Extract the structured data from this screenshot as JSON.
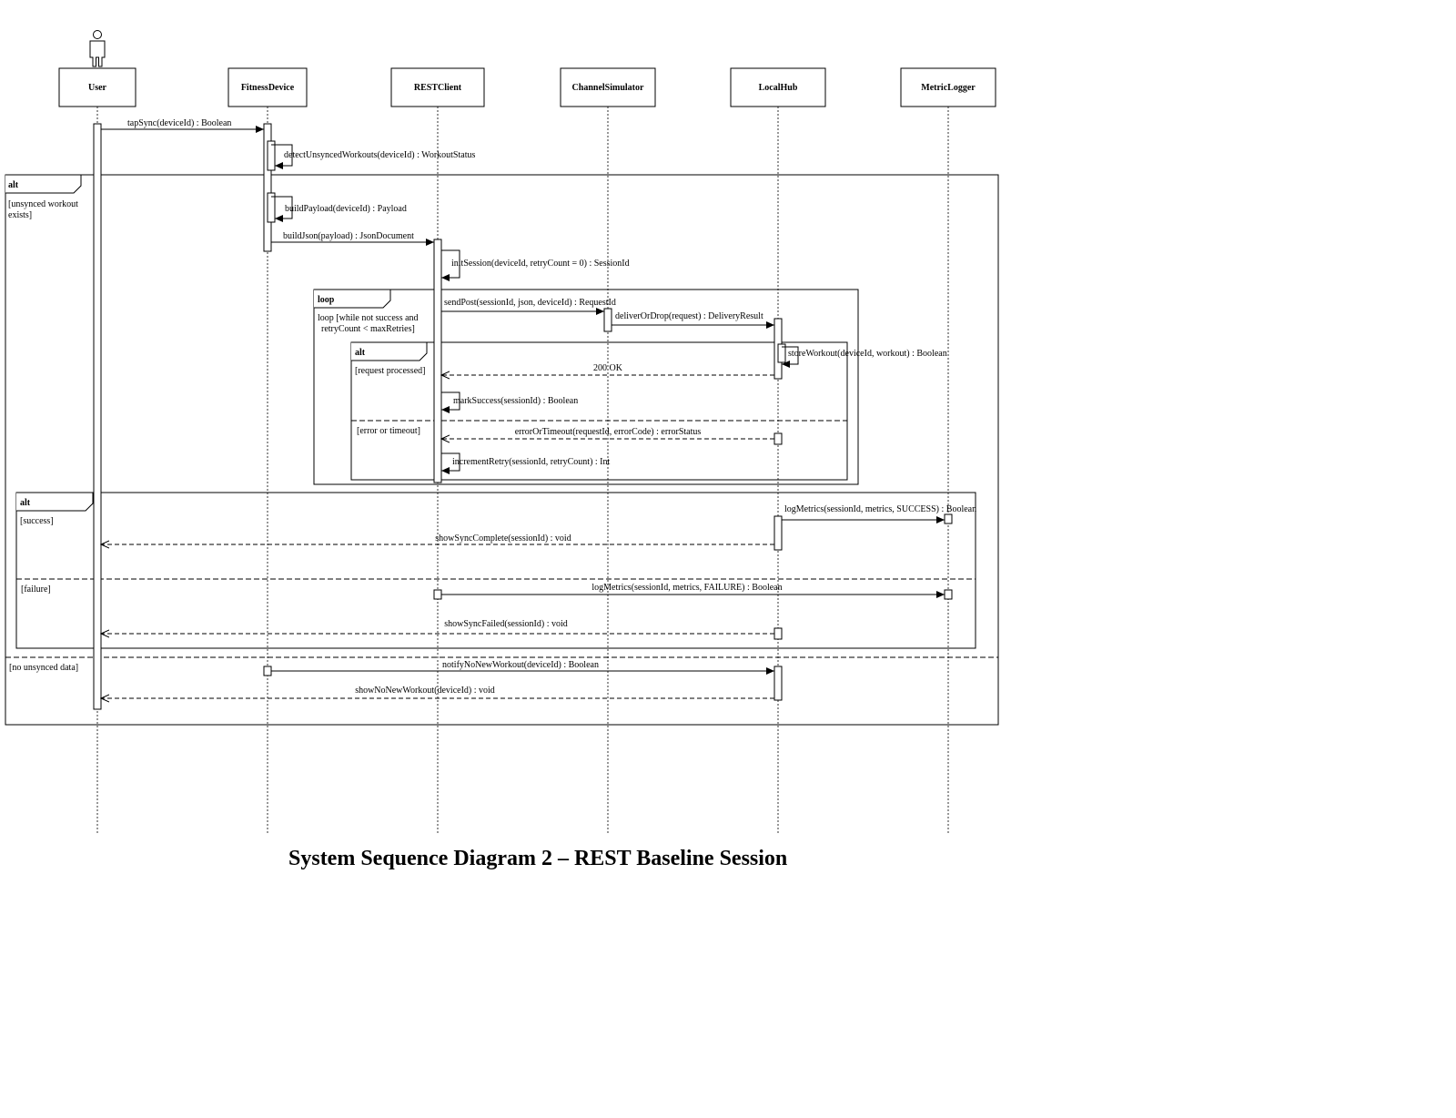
{
  "diagram": {
    "title": "System Sequence Diagram 2 – REST Baseline Session",
    "participants": [
      {
        "id": "user",
        "label": "User",
        "actor": true
      },
      {
        "id": "fitness",
        "label": "FitnessDevice"
      },
      {
        "id": "rest",
        "label": "RESTClient"
      },
      {
        "id": "channel",
        "label": "ChannelSimulator"
      },
      {
        "id": "hub",
        "label": "LocalHub"
      },
      {
        "id": "logger",
        "label": "MetricLogger"
      }
    ],
    "messages": {
      "tapSync": "tapSync(deviceId) : Boolean",
      "detect": "detectUnsyncedWorkouts(deviceId) : WorkoutStatus",
      "buildPayload": "buildPayload(deviceId) : Payload",
      "buildJson": "buildJson(payload) : JsonDocument",
      "initSession": "initSession(deviceId, retryCount = 0) : SessionId",
      "sendPost": "sendPost(sessionId, json, deviceId) : RequestId",
      "deliver": "deliverOrDrop(request) : DeliveryResult",
      "store": "storeWorkout(deviceId, workout) : Boolean",
      "ok": "200 OK",
      "markSuccess": "markSuccess(sessionId) : Boolean",
      "errorOrTimeout": "errorOrTimeout(requestId, errorCode) : errorStatus",
      "incrementRetry": "incrementRetry(sessionId, retryCount) : Int",
      "logSuccess": "logMetrics(sessionId, metrics, SUCCESS) : Boolean",
      "showComplete": "showSyncComplete(sessionId) : void",
      "logFailure": "logMetrics(sessionId, metrics, FAILURE) : Boolean",
      "showFailed": "showSyncFailed(sessionId) : void",
      "notifyNoNew": "notifyNoNewWorkout(deviceId) : Boolean",
      "showNoNew": "showNoNewWorkout(deviceId) : void"
    },
    "fragments": {
      "outer": {
        "keyword": "alt",
        "guard1": [
          "[unsynced workout",
          "exists]"
        ],
        "guard2": "[no unsynced data]"
      },
      "loop": {
        "keyword": "loop",
        "guard": [
          "loop [while not success and",
          "retryCount < maxRetries]"
        ]
      },
      "inner": {
        "keyword": "alt",
        "guard1": "[request processed]",
        "guard2": "[error or timeout]"
      },
      "result": {
        "keyword": "alt",
        "guard1": "[success]",
        "guard2": "[failure]"
      }
    }
  }
}
